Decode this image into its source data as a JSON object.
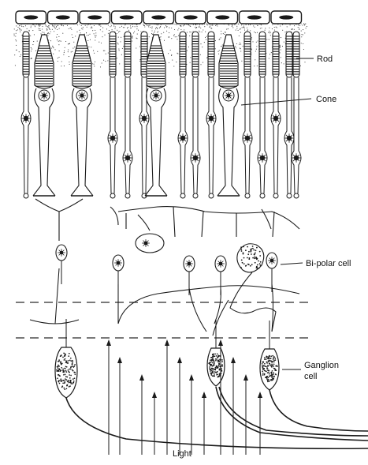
{
  "figure": {
    "labels": {
      "rod": "Rod",
      "cone": "Cone",
      "bipolar": "Bi-polar cell",
      "ganglion_1": "Ganglion",
      "ganglion_2": "cell",
      "light": "Light"
    },
    "colors": {
      "ink": "#1a1a1a",
      "paper": "#ffffff",
      "stipple": "#333333",
      "dash": "#2a2a2a"
    },
    "counts": {
      "epithelium_cells": 9,
      "rods": 12,
      "cones": 4,
      "bipolar_cells": 5,
      "ganglion_cells": 3,
      "light_arrows": 12
    }
  }
}
